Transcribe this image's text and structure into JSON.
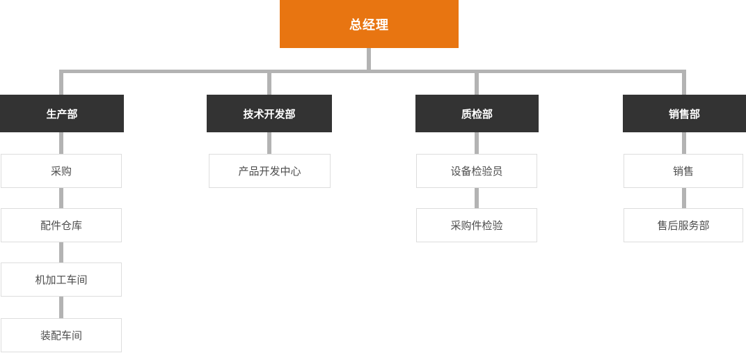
{
  "chart": {
    "type": "org-chart",
    "root": {
      "label": "总经理"
    },
    "columns": [
      {
        "head": {
          "label": "生产部"
        },
        "children": [
          {
            "label": "采购"
          },
          {
            "label": "配件仓库"
          },
          {
            "label": "机加工车间"
          },
          {
            "label": "装配车间"
          }
        ]
      },
      {
        "head": {
          "label": "技术开发部"
        },
        "children": [
          {
            "label": "产品开发中心"
          }
        ]
      },
      {
        "head": {
          "label": "质检部"
        },
        "children": [
          {
            "label": "设备检验员"
          },
          {
            "label": "采购件检验"
          }
        ]
      },
      {
        "head": {
          "label": "销售部"
        },
        "children": [
          {
            "label": "销售"
          },
          {
            "label": "售后服务部"
          }
        ]
      }
    ],
    "colors": {
      "root_bg": "#e87511",
      "head_bg": "#333333",
      "connector": "#b3b3b3",
      "child_border": "#dddddd",
      "child_text": "#4d4d4d",
      "node_text_light": "#ffffff"
    }
  }
}
